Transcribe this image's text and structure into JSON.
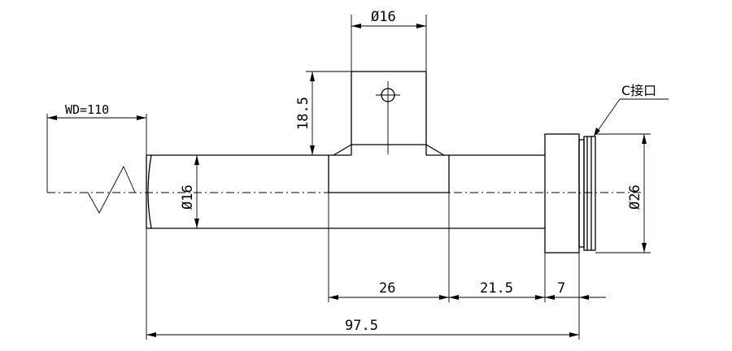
{
  "labels": {
    "wd": "WD=110",
    "pin_dia": "Ø16",
    "pin_height": "18.5",
    "body_dia": "Ø16",
    "mount_dia": "Ø26",
    "mount_name": "C接口",
    "seg_26": "26",
    "seg_21_5": "21.5",
    "seg_7": "7",
    "overall": "97.5"
  }
}
